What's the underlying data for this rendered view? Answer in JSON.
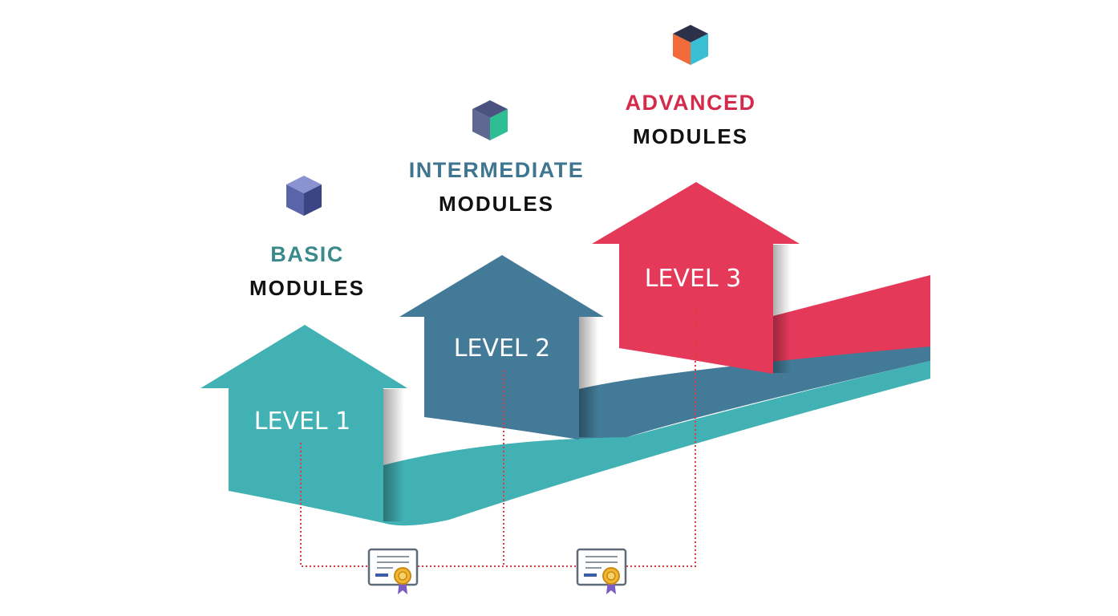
{
  "levels": [
    {
      "level_label": "LEVEL 1",
      "category": "BASIC",
      "modules_label": "MODULES",
      "color": "#41b1b3",
      "category_color": "#3a8a8c",
      "icon": "cube-icon-navy"
    },
    {
      "level_label": "LEVEL 2",
      "category": "INTERMEDIATE",
      "modules_label": "MODULES",
      "color": "#427a97",
      "category_color": "#3f7590",
      "icon": "cube-icon-green"
    },
    {
      "level_label": "LEVEL 3",
      "category": "ADVANCED",
      "modules_label": "MODULES",
      "color": "#e5395a",
      "category_color": "#d42a4b",
      "icon": "cube-icon-orange"
    }
  ],
  "connector_color": "#e0393e",
  "certificates": [
    {
      "icon": "certificate-icon"
    },
    {
      "icon": "certificate-icon"
    }
  ]
}
